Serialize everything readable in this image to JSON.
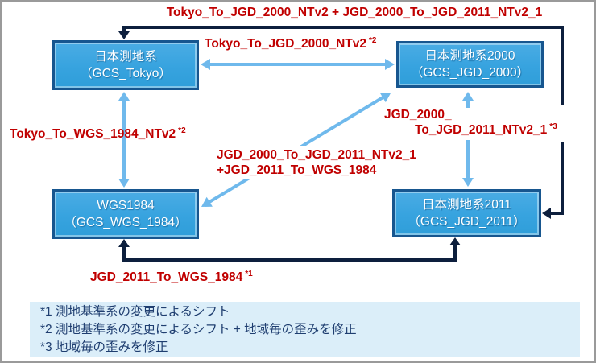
{
  "nodes": {
    "tokyo": {
      "line1": "日本測地系",
      "line2": "（GCS_Tokyo）"
    },
    "jgd2000": {
      "line1": "日本測地系2000",
      "line2": "（GCS_JGD_2000）"
    },
    "wgs1984": {
      "line1": "WGS1984",
      "line2": "（GCS_WGS_1984）"
    },
    "jgd2011": {
      "line1": "日本測地系2011",
      "line2": "（GCS_JGD_2011）"
    }
  },
  "labels": {
    "top_combined": "Tokyo_To_JGD_2000_NTv2 + JGD_2000_To_JGD_2011_NTv2_1",
    "tokyo_to_jgd2000": "Tokyo_To_JGD_2000_NTv2",
    "tokyo_to_jgd2000_note": "*2",
    "tokyo_to_wgs1984": "Tokyo_To_WGS_1984_NTv2",
    "tokyo_to_wgs1984_note": "*2",
    "jgd2000_to_jgd2011_line1": "JGD_2000_",
    "jgd2000_to_jgd2011_line2": "To_JGD_2011_NTv2_1",
    "jgd2000_to_jgd2011_note": "*3",
    "diagonal_line1": "JGD_2000_To_JGD_2011_NTv2_1",
    "diagonal_line2": "+JGD_2011_To_WGS_1984",
    "bottom": "JGD_2011_To_WGS_1984",
    "bottom_note": "*1"
  },
  "notes": [
    "*1 測地基準系の変更によるシフト",
    "*2 測地基準系の変更によるシフト + 地域毎の歪みを修正",
    "*3 地域毎の歪みを修正"
  ],
  "colors": {
    "node_fill": "#3BA6E2",
    "node_border": "#17568F",
    "node_text": "#FFFFFF",
    "arrow_blue": "#6FB9EC",
    "arrow_navy": "#0D1F3D",
    "label_red": "#C00000",
    "notes_bg": "#DBEEF9",
    "notes_text": "#1F3E70",
    "frame_border": "#9A9A9A"
  }
}
